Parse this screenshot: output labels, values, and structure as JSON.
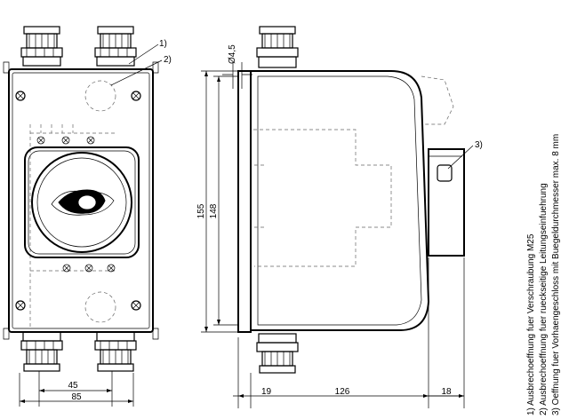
{
  "dimensions": {
    "hole_diameter": "Ø4,5",
    "height_outer": "155",
    "height_inner": "148",
    "width_depth": "126",
    "offset_left": "19",
    "offset_right": "18",
    "hole_spacing_small": "45",
    "hole_spacing_large": "85"
  },
  "callouts": {
    "c1": "1)",
    "c2": "2)",
    "c3": "3)"
  },
  "notes": [
    "1) Ausbrechoeffnung fuer Verschraubung M25",
    "2) Ausbrechoeffnung fuer rueckseitige Leitungseinfuehrung",
    "3) Oeffnung fuer Vorhaengeschloss mit Buegeldurchmesser max. 8 mm"
  ]
}
